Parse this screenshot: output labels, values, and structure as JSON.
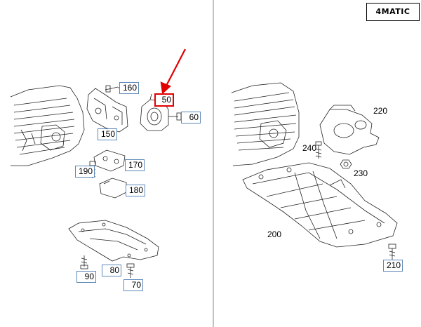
{
  "badge": {
    "text": "4MATIC"
  },
  "left_panel": {
    "callouts": {
      "c50": "50",
      "c60": "60",
      "c160": "160",
      "c150": "150",
      "c170": "170",
      "c190": "190",
      "c180": "180",
      "c90": "90",
      "c80": "80",
      "c70": "70"
    }
  },
  "right_panel": {
    "labels": {
      "l220": "220",
      "l240": "240",
      "l230": "230",
      "l200": "200"
    },
    "callouts": {
      "c210": "210"
    }
  },
  "colors": {
    "highlight": "#e00000",
    "callout_border": "#5b87b8",
    "divider": "#999999"
  }
}
